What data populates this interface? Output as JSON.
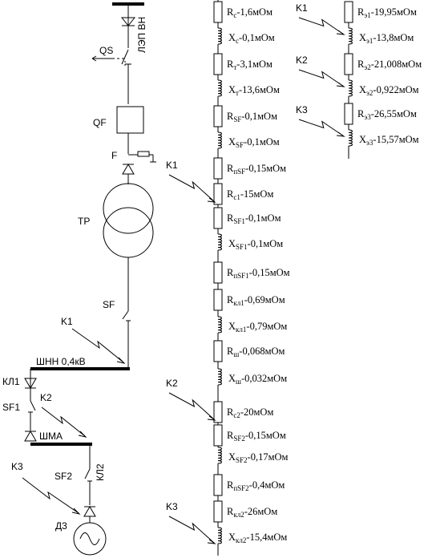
{
  "schematic": {
    "line_label": "ЛЭП ВН",
    "qs": "QS",
    "qf": "QF",
    "f": "F",
    "tr": "TP",
    "sf": "SF",
    "k1": "K1",
    "bus1": "ШНН 0,4кВ",
    "kl1": "КЛ1",
    "k2": "K2",
    "sf1": "SF1",
    "bus2": "ШМА",
    "k3": "K3",
    "sf2": "SF2",
    "kl2": "КЛ2",
    "motor": "Д3"
  },
  "main_chain": [
    {
      "type": "R",
      "label": "R",
      "sub": "с",
      "val": "-1,6мОм"
    },
    {
      "type": "X",
      "label": "X",
      "sub": "с",
      "val": "-0,1мОм"
    },
    {
      "type": "R",
      "label": "R",
      "sub": "т",
      "val": "-3,1мОм"
    },
    {
      "type": "X",
      "label": "X",
      "sub": "т",
      "val": "-13,6мОм"
    },
    {
      "type": "R",
      "label": "R",
      "sub": "SF",
      "val": "-0,1мОм"
    },
    {
      "type": "X",
      "label": "X",
      "sub": "SF",
      "val": "-0,1мОм"
    },
    {
      "type": "R",
      "label": "R",
      "sub": "пSF",
      "val": "-0,15мОм"
    },
    {
      "type": "R",
      "label": "R",
      "sub": "с1",
      "val": "-15мОм"
    },
    {
      "type": "R",
      "label": "R",
      "sub": "SF1",
      "val": "-0,1мОм"
    },
    {
      "type": "X",
      "label": "X",
      "sub": "SF1",
      "val": "-0,1мОм"
    },
    {
      "type": "R",
      "label": "R",
      "sub": "пSF1",
      "val": "-0,15мОм"
    },
    {
      "type": "R",
      "label": "R",
      "sub": "кл1",
      "val": "-0,69мОм"
    },
    {
      "type": "X",
      "label": "X",
      "sub": "кл1",
      "val": "-0,79мОм"
    },
    {
      "type": "R",
      "label": "R",
      "sub": "ш",
      "val": "-0,068мОм"
    },
    {
      "type": "X",
      "label": "X",
      "sub": "ш",
      "val": "-0,032мОм"
    },
    {
      "type": "R",
      "label": "R",
      "sub": "с2",
      "val": "-20мОм"
    },
    {
      "type": "R",
      "label": "R",
      "sub": "SF2",
      "val": "-0,15мОм"
    },
    {
      "type": "X",
      "label": "X",
      "sub": "SF2",
      "val": "-0,17мОм"
    },
    {
      "type": "R",
      "label": "R",
      "sub": "пSF2",
      "val": "-0,4мОм"
    },
    {
      "type": "R",
      "label": "R",
      "sub": "кл2",
      "val": "-26мОм"
    },
    {
      "type": "X",
      "label": "X",
      "sub": "кл2",
      "val": "-15,4мОм"
    }
  ],
  "main_faults": [
    "K1",
    "K2",
    "K3"
  ],
  "equivalent_chain": [
    {
      "type": "R",
      "label": "R",
      "sub": "э1",
      "val": "-19,95мОм"
    },
    {
      "type": "X",
      "label": "X",
      "sub": "э1",
      "val": "-13,8мОм"
    },
    {
      "type": "R",
      "label": "R",
      "sub": "э2",
      "val": "-21,008мОм"
    },
    {
      "type": "X",
      "label": "X",
      "sub": "э2",
      "val": "-0,922мОм"
    },
    {
      "type": "R",
      "label": "R",
      "sub": "э3",
      "val": "-26,55мОм"
    },
    {
      "type": "X",
      "label": "X",
      "sub": "э3",
      "val": "-15,57мОм"
    }
  ],
  "equivalent_faults": [
    "K1",
    "K2",
    "K3"
  ]
}
